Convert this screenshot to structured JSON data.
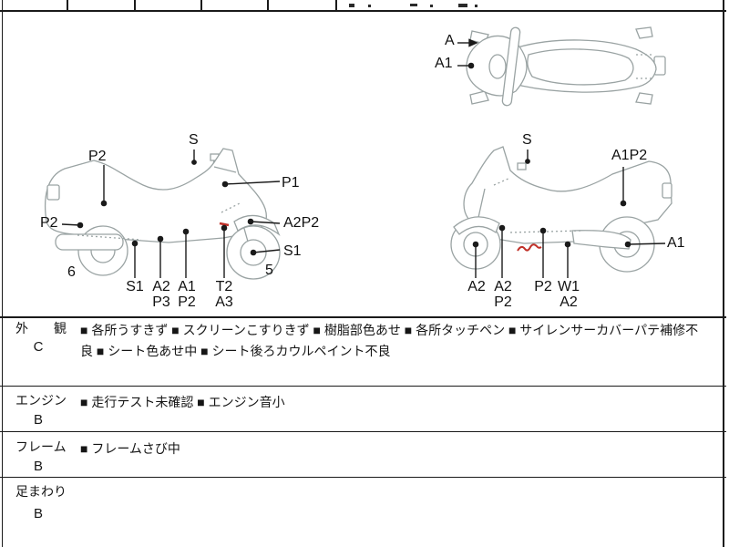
{
  "colors": {
    "drawing_line": "#9aa3a3",
    "pointer_line": "#1a1a1a",
    "damage_mark": "#c03028",
    "border": "#1a1a1a"
  },
  "top_view": {
    "label_a": "A",
    "label_a1": "A1"
  },
  "left_view": {
    "p2_tail": "P2",
    "p2_rear_fender": "P2",
    "p1": "P1",
    "a2p2": "A2P2",
    "s1_front_wheel": "S1",
    "s_mirror": "S",
    "num_rear": "6",
    "num_front": "5",
    "s1_under": "S1",
    "a2_under": "A2",
    "p3_under": "P3",
    "a1_under": "A1",
    "p2_under": "P2",
    "t2_under": "T2",
    "a3_under": "A3"
  },
  "right_view": {
    "s_mirror": "S",
    "a1p2_tail": "A1P2",
    "a1_rear": "A1",
    "a2_front_wheel": "A2",
    "a2_under": "A2",
    "p2_under": "P2",
    "p2_floor": "P2",
    "w1_under": "W1",
    "a2_floor": "A2"
  },
  "condition_rows": [
    {
      "section": "外観",
      "grade": "C",
      "notes": "■ 各所うすきず ■ スクリーンこすりきず ■ 樹脂部色あせ ■ 各所タッチペン ■ サイレンサーカバーパテ補修不良 ■ シート色あせ中 ■ シート後ろカウルペイント不良"
    },
    {
      "section": "エンジン",
      "grade": "B",
      "notes": "■ 走行テスト未確認 ■ エンジン音小"
    },
    {
      "section": "フレーム",
      "grade": "B",
      "notes": "■ フレームさび中"
    },
    {
      "section": "足まわり",
      "grade": "B",
      "notes": ""
    }
  ]
}
